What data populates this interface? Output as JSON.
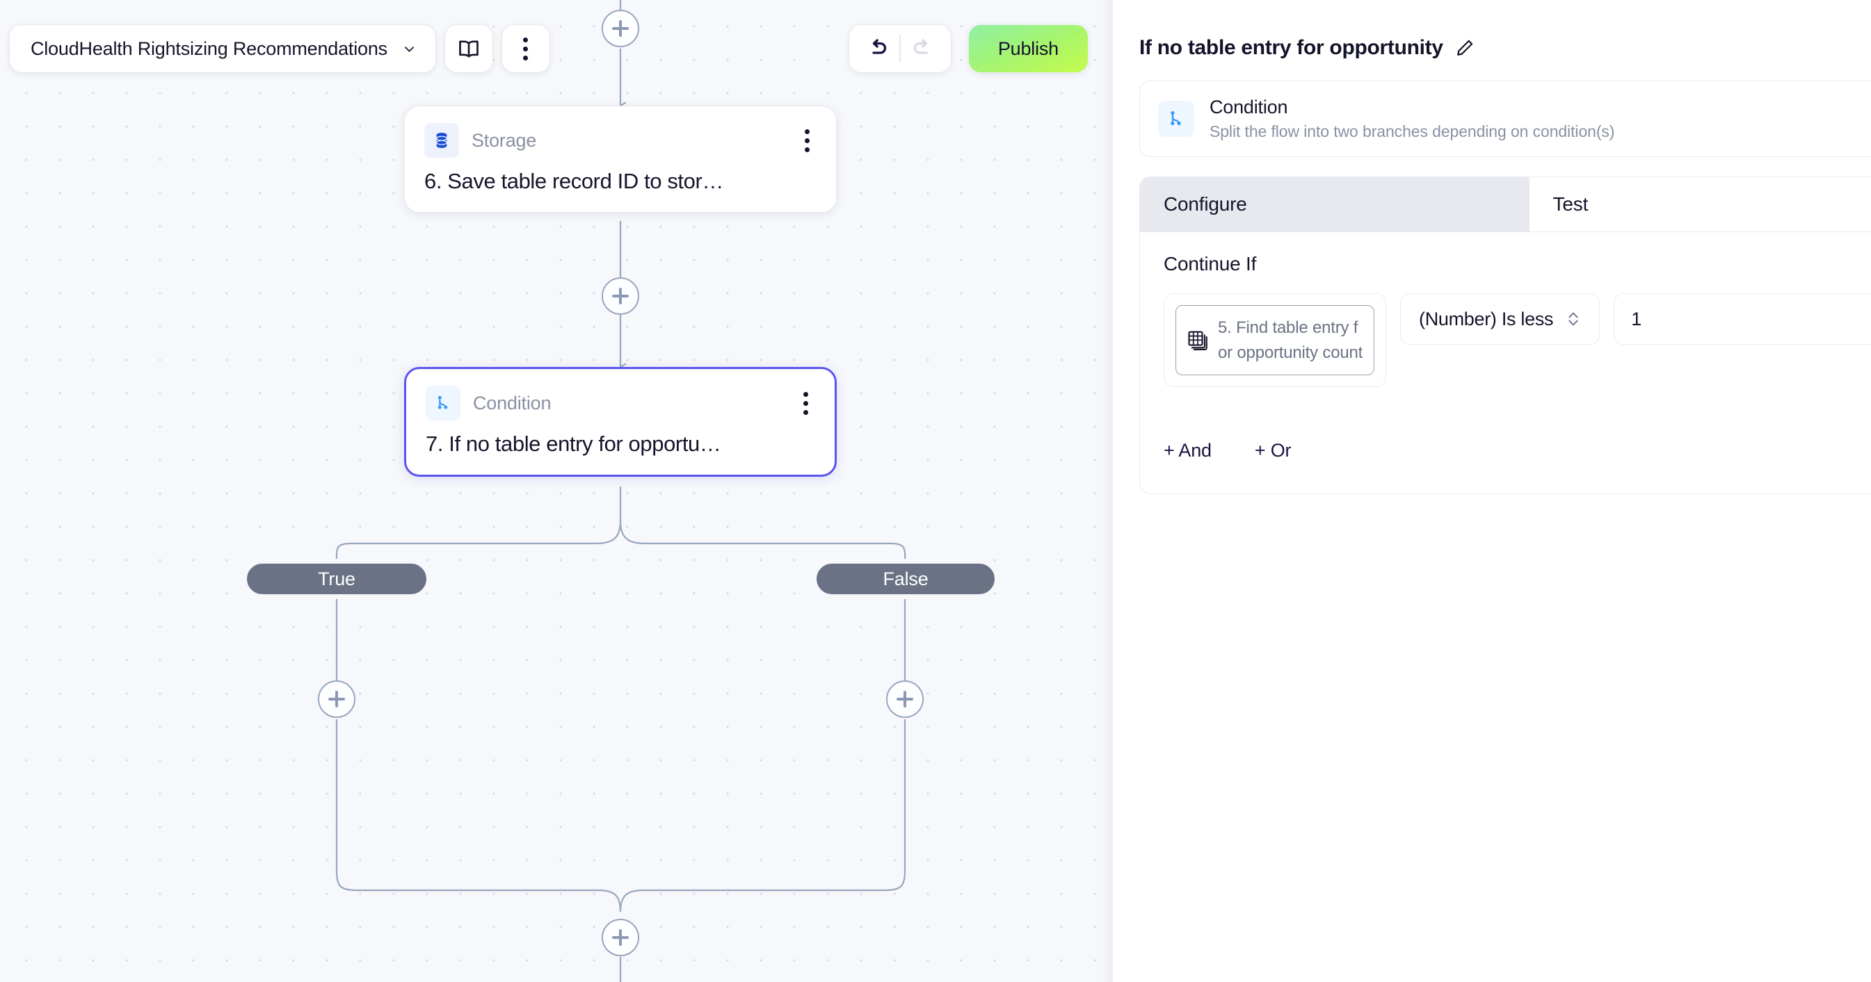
{
  "toolbar": {
    "workflow_name": "CloudHealth Rightsizing Recommendations",
    "chevron_icon": "chevron-down-icon",
    "docs_icon": "book-icon",
    "more_icon": "kebab-menu-icon",
    "undo_icon": "undo-arrow-icon",
    "redo_icon": "redo-arrow-icon",
    "publish_label": "Publish",
    "publish_color": "#b4f75a"
  },
  "canvas": {
    "nodes": [
      {
        "type_label": "Storage",
        "type_icon": "database-icon",
        "title": "6. Save table record ID to stor…",
        "kebab_icon": "kebab-menu-icon",
        "selected": false
      },
      {
        "type_label": "Condition",
        "type_icon": "branch-icon",
        "title": "7. If no table entry for opportu…",
        "kebab_icon": "kebab-menu-icon",
        "selected": true
      }
    ],
    "branches": [
      {
        "label": "True"
      },
      {
        "label": "False"
      }
    ],
    "add_button_icon": "plus-icon",
    "add_buttons": 5
  },
  "panel": {
    "title": "If no table entry for opportunity",
    "edit_icon": "pencil-icon",
    "close_icon": "close-icon",
    "info": {
      "icon": "branch-icon",
      "name": "Condition",
      "description": "Split the flow into two branches depending on condition(s)"
    },
    "tabs": [
      {
        "label": "Configure",
        "active": true
      },
      {
        "label": "Test",
        "active": false
      }
    ],
    "configure": {
      "section_label": "Continue If",
      "token": {
        "icon": "table-stack-icon",
        "text": "5. Find table entry for opportunity count"
      },
      "operator": {
        "value": "(Number) Is less",
        "chevron_icon": "chevron-updown-icon"
      },
      "value_input": {
        "value": "1",
        "placeholder": ""
      },
      "and_label": "+ And",
      "or_label": "+ Or"
    }
  }
}
